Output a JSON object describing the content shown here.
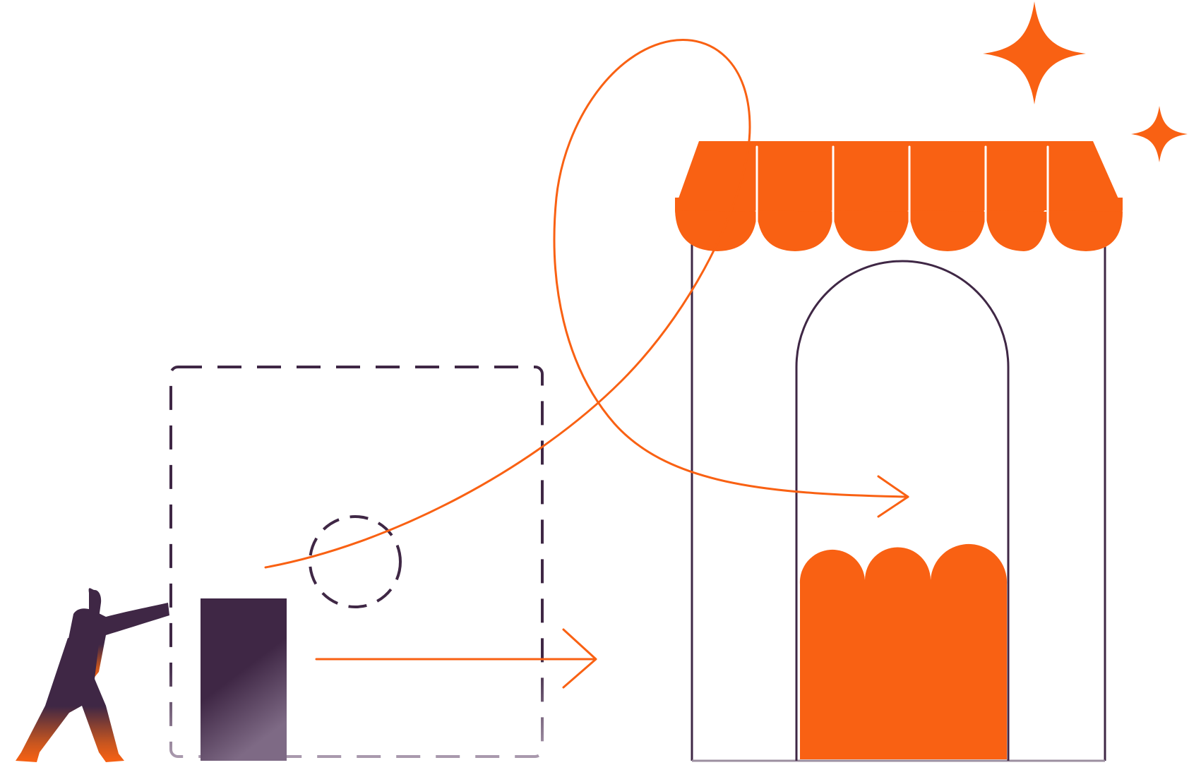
{
  "illustration": {
    "description_tokens": [
      "person-pushing-box",
      "dashed-frame",
      "shop-storefront",
      "arrows",
      "sparkles"
    ]
  },
  "colors": {
    "accent": "#F96113",
    "ink": "#3F2745",
    "ink_light": "#9C8FA0",
    "background": "#FFFFFF"
  },
  "icons": {
    "person": "person-pushing-icon",
    "box": "box-icon",
    "store": "storefront-icon",
    "sparkle_large": "sparkle-icon",
    "sparkle_small": "sparkle-icon"
  }
}
